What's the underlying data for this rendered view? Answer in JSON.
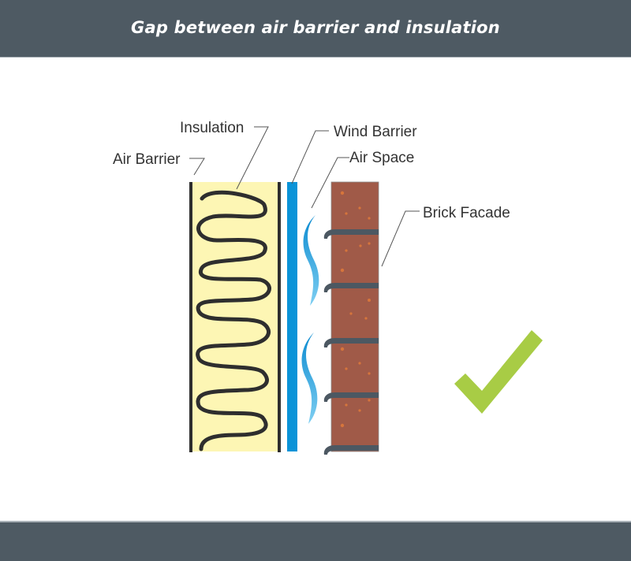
{
  "header": {
    "title": "Gap between air barrier and insulation"
  },
  "diagram": {
    "labels": {
      "insulation": "Insulation",
      "air_barrier": "Air Barrier",
      "wind_barrier": "Wind Barrier",
      "air_space": "Air Space",
      "brick_facade": "Brick Facade"
    },
    "colors": {
      "header_bg": "#4e5a63",
      "insulation_fill": "#fdf6b4",
      "wind_barrier": "#0a93d8",
      "brick": "#a05a48",
      "mortar_tie": "#4c5862",
      "checkmark": "#a8cc45"
    },
    "status_icon": "checkmark-icon",
    "status": "correct"
  }
}
